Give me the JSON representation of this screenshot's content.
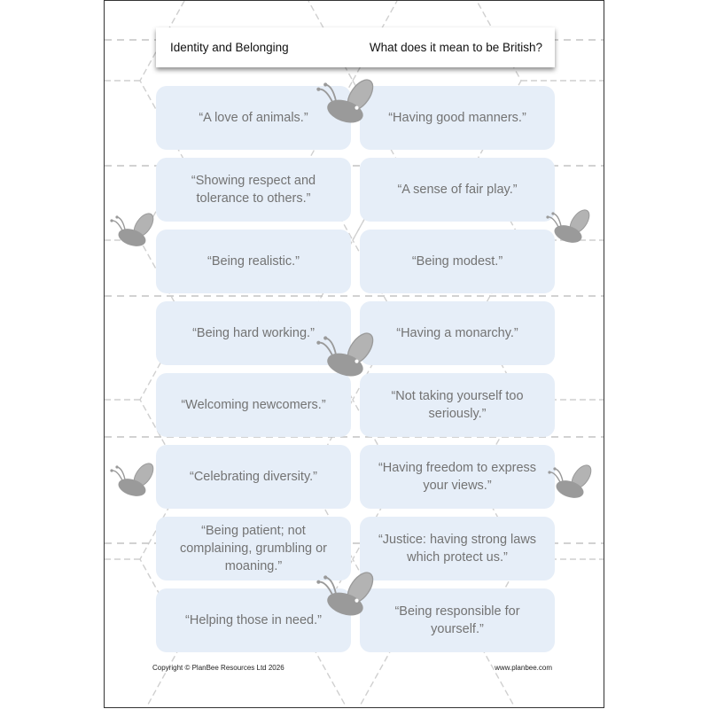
{
  "header": {
    "topic": "Identity and Belonging",
    "question": "What does it mean to be British?"
  },
  "cards": [
    "“A love of animals.”",
    "“Having good manners.”",
    "“Showing respect and tolerance to others.”",
    "“A sense of fair play.”",
    "“Being realistic.”",
    "“Being modest.”",
    "“Being hard working.”",
    "“Having a monarchy.”",
    "“Welcoming newcomers.”",
    "“Not taking yourself too seriously.”",
    "“Celebrating diversity.”",
    "“Having freedom to express your views.”",
    "“Being patient; not complaining, grumbling or moaning.”",
    "“Justice: having strong laws which protect us.”",
    "“Helping those in need.”",
    "“Being responsible for yourself.”"
  ],
  "footer": {
    "copyright": "Copyright © PlanBee Resources Ltd 2026",
    "website": "www.planbee.com"
  },
  "colors": {
    "card_fill": "#e6eef8",
    "card_text": "#737373",
    "bee_gray": "#9a9a9a"
  },
  "icons": [
    "bee-icon"
  ]
}
